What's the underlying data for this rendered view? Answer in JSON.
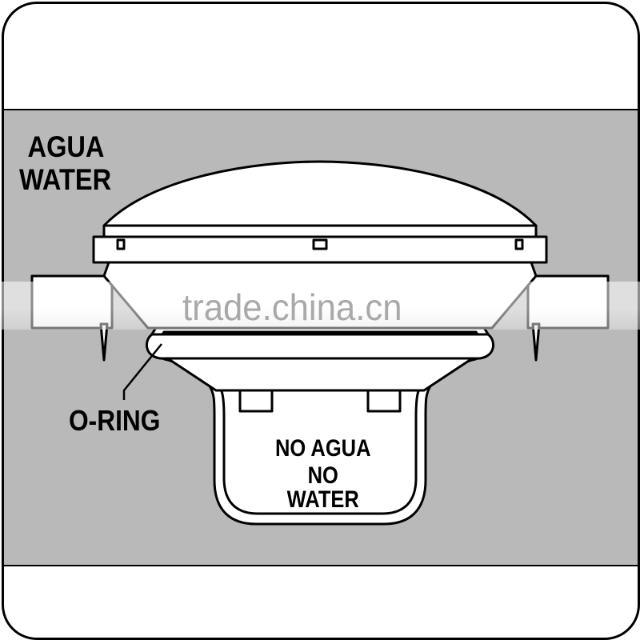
{
  "labels": {
    "water": [
      "AGUA",
      "WATER"
    ],
    "o_ring": "O-RING",
    "no_water": [
      "NO AGUA",
      "NO WATER"
    ]
  },
  "watermark": "trade.china.cn",
  "colors": {
    "water_region": "#b9b9b9",
    "background": "#ffffff",
    "outline": "#000000",
    "watermark": "#a9a9a9"
  }
}
